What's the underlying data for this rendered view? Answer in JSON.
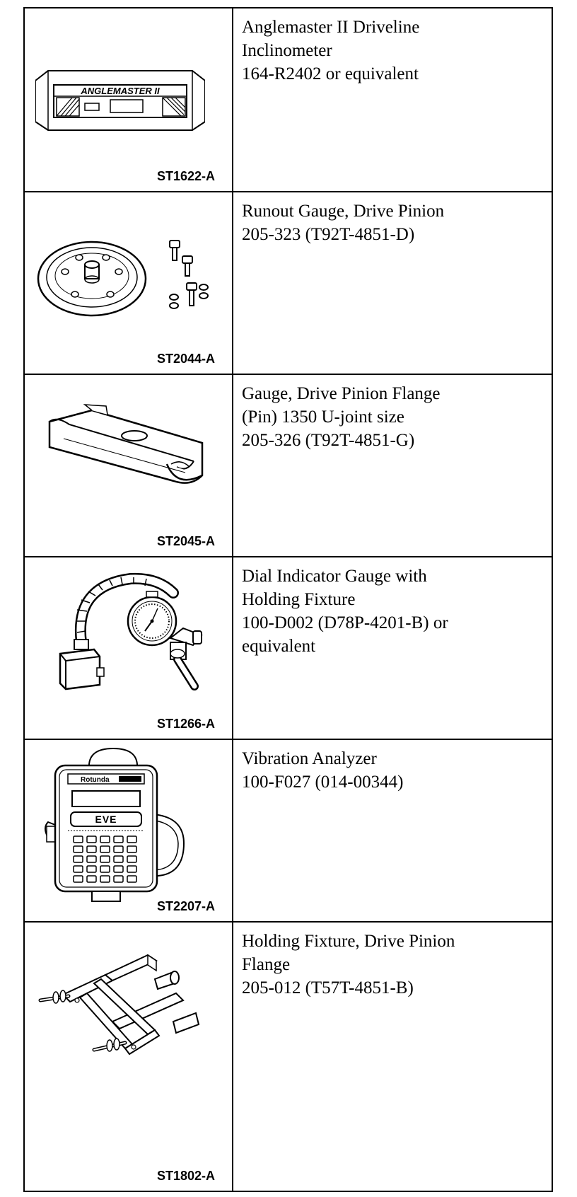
{
  "tools": [
    {
      "code": "ST1622-A",
      "image_label": "ANGLEMASTER II",
      "lines": [
        "Anglemaster II Driveline",
        "Inclinometer",
        "164-R2402 or equivalent"
      ]
    },
    {
      "code": "ST2044-A",
      "lines": [
        "Runout Gauge, Drive Pinion",
        "205-323 (T92T-4851-D)"
      ]
    },
    {
      "code": "ST2045-A",
      "lines": [
        "Gauge, Drive Pinion Flange",
        "(Pin) 1350 U-joint size",
        "205-326 (T92T-4851-G)"
      ]
    },
    {
      "code": "ST1266-A",
      "lines": [
        "Dial Indicator Gauge with",
        "Holding Fixture",
        "100-D002 (D78P-4201-B) or",
        "equivalent"
      ]
    },
    {
      "code": "ST2207-A",
      "image_label": "Rotunda",
      "lines": [
        "Vibration Analyzer",
        "100-F027 (014-00344)"
      ]
    },
    {
      "code": "ST1802-A",
      "lines": [
        "Holding Fixture, Drive Pinion",
        "Flange",
        "205-012 (T57T-4851-B)"
      ]
    }
  ]
}
